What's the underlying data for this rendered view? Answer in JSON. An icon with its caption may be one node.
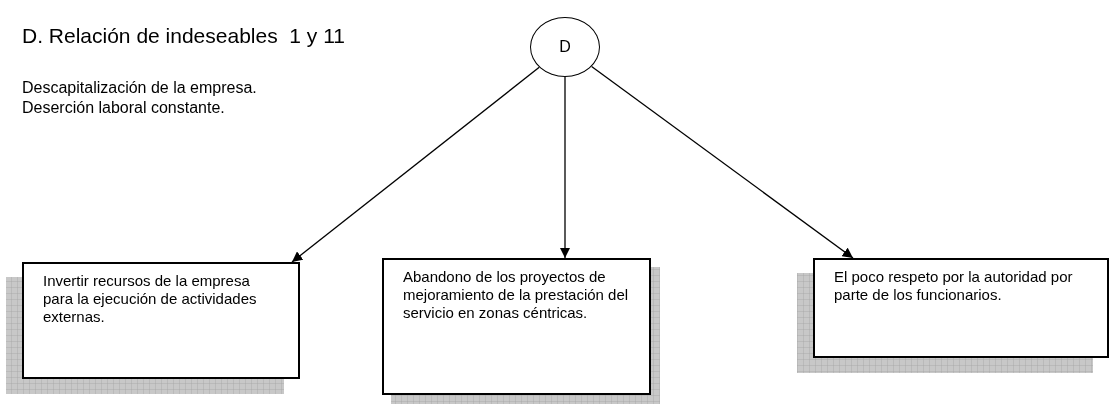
{
  "diagram": {
    "title": "D. Relación de indeseables  1 y 11",
    "nodes": [
      {
        "text": [
          "D"
        ]
      },
      {
        "text": [
          "Invertir recursos de la empresa para la ejecución de actividades externas."
        ]
      },
      {
        "text": [
          "Abandono de los proyectos de mejoramiento de la prestación del servicio en zonas céntricas."
        ]
      },
      {
        "text": [
          "El poco respeto por la autoridad por parte de los funcionarios."
        ]
      }
    ],
    "edges": [
      {
        "from": 0,
        "to": 1,
        "arrow": "to"
      },
      {
        "from": 0,
        "to": 2,
        "arrow": "to"
      },
      {
        "from": 0,
        "to": 3,
        "arrow": "to"
      }
    ],
    "labels": [
      "Descapitalización de la empresa.",
      "Deserción laboral constante."
    ]
  }
}
